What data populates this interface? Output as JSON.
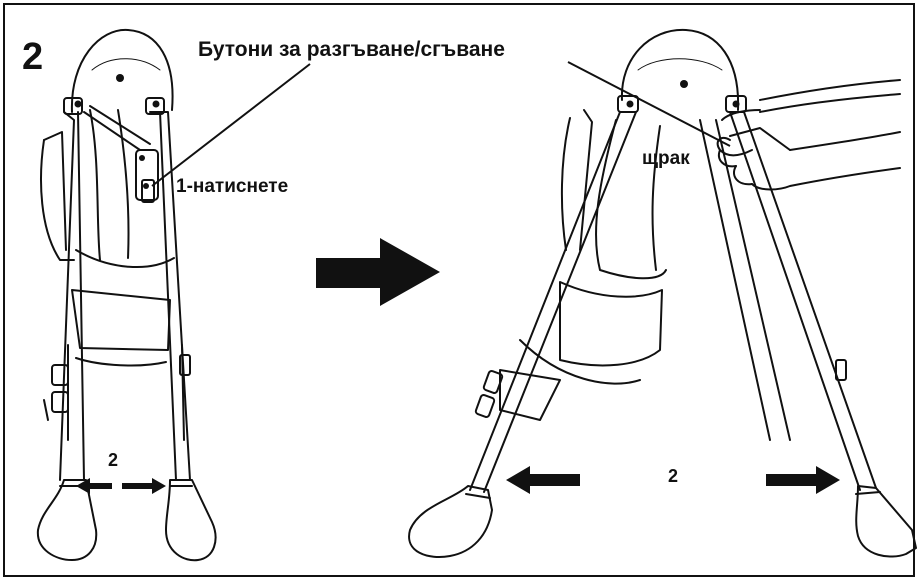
{
  "step_number": "2",
  "labels": {
    "buttons": "Бутони за разгъване/сгъване",
    "press": "1-натиснете",
    "click": "щрак",
    "spread_left": "2",
    "spread_right": "2"
  },
  "illustrations": {
    "left": "highchair-folded-front-view",
    "right": "highchair-unfolding-side-view"
  },
  "colors": {
    "ink": "#111111",
    "background": "#ffffff"
  }
}
